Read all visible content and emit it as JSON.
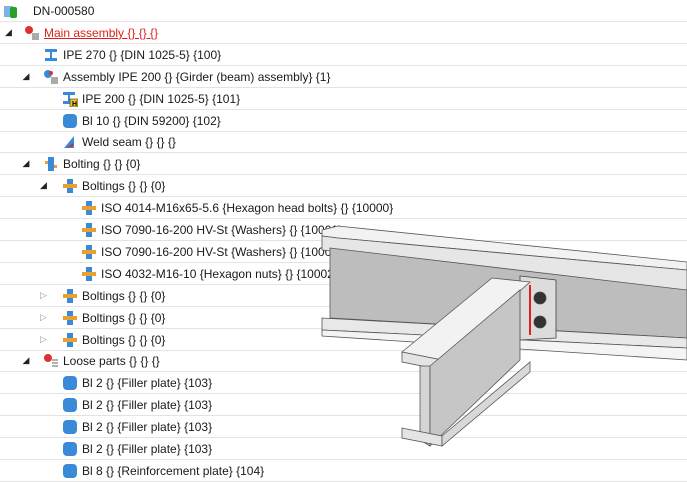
{
  "tree": [
    {
      "label": "DN-000580",
      "level": 0,
      "icon": "document-icon",
      "expand": "none"
    },
    {
      "label": "Main assembly {} {} {}",
      "level": 1,
      "icon": "main-assembly-icon",
      "expand": "open",
      "link": true
    },
    {
      "label": "IPE 270 {} {DIN 1025-5} {100}",
      "level": 2,
      "icon": "i-beam-icon",
      "expand": "none"
    },
    {
      "label": "Assembly IPE 200 {} {Girder (beam) assembly} {1}",
      "level": 2,
      "icon": "assembly-icon",
      "expand": "open"
    },
    {
      "label": "IPE 200 {} {DIN 1025-5} {101}",
      "level": 3,
      "icon": "i-beam-main-icon",
      "expand": "none"
    },
    {
      "label": "Bl 10 {} {DIN 59200} {102}",
      "level": 3,
      "icon": "plate-icon",
      "expand": "none"
    },
    {
      "label": "Weld seam {} {} {}",
      "level": 3,
      "icon": "weld-seam-icon",
      "expand": "none"
    },
    {
      "label": "Bolting {} {} {0}",
      "level": 2,
      "icon": "bolting-icon",
      "expand": "open"
    },
    {
      "label": "Boltings {} {} {0}",
      "level": 3,
      "icon": "bolt-icon",
      "expand": "open"
    },
    {
      "label": "ISO 4014-M16x65-5.6 {Hexagon head bolts} {} {10000}",
      "level": 4,
      "icon": "bolt-icon",
      "expand": "none"
    },
    {
      "label": "ISO 7090-16-200 HV-St {Washers} {} {10001}",
      "level": 4,
      "icon": "bolt-icon",
      "expand": "none"
    },
    {
      "label": "ISO 7090-16-200 HV-St {Washers} {} {10001}",
      "level": 4,
      "icon": "bolt-icon",
      "expand": "none"
    },
    {
      "label": "ISO 4032-M16-10 {Hexagon nuts} {} {10002}",
      "level": 4,
      "icon": "bolt-icon",
      "expand": "none"
    },
    {
      "label": "Boltings {} {} {0}",
      "level": 3,
      "icon": "bolt-icon",
      "expand": "closed"
    },
    {
      "label": "Boltings {} {} {0}",
      "level": 3,
      "icon": "bolt-icon",
      "expand": "closed"
    },
    {
      "label": "Boltings {} {} {0}",
      "level": 3,
      "icon": "bolt-icon",
      "expand": "closed"
    },
    {
      "label": "Loose parts {} {} {}",
      "level": 2,
      "icon": "loose-parts-icon",
      "expand": "open"
    },
    {
      "label": "Bl 2 {} {Filler plate} {103}",
      "level": 3,
      "icon": "plate-icon",
      "expand": "none"
    },
    {
      "label": "Bl 2 {} {Filler plate} {103}",
      "level": 3,
      "icon": "plate-icon",
      "expand": "none"
    },
    {
      "label": "Bl 2 {} {Filler plate} {103}",
      "level": 3,
      "icon": "plate-icon",
      "expand": "none"
    },
    {
      "label": "Bl 2 {} {Filler plate} {103}",
      "level": 3,
      "icon": "plate-icon",
      "expand": "none"
    },
    {
      "label": "Bl 8 {} {Reinforcement plate} {104}",
      "level": 3,
      "icon": "plate-icon",
      "expand": "none"
    }
  ],
  "colors": {
    "link": "#e0201a",
    "blue": "#3a8ad8",
    "orange": "#e8a030",
    "steel": "#b8b8b8"
  }
}
